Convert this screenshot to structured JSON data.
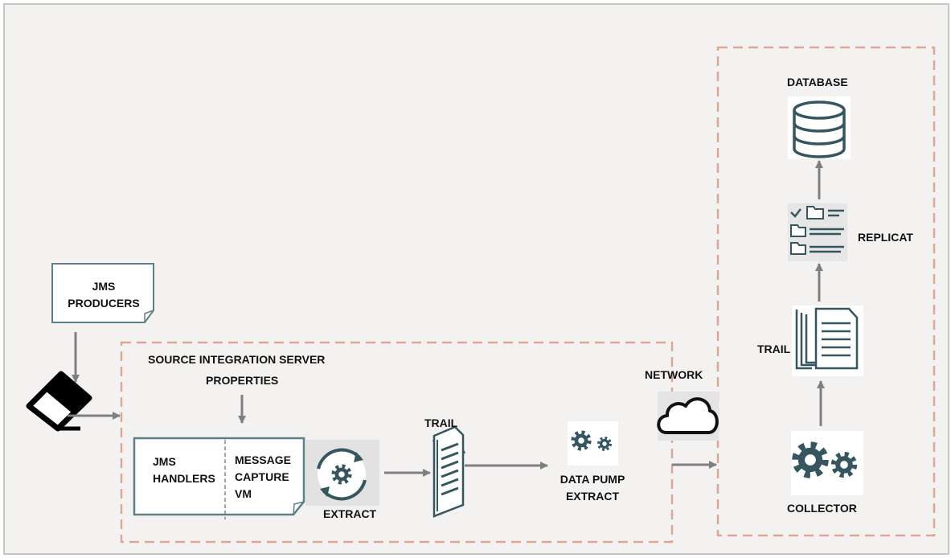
{
  "colors": {
    "canvas": "#f4f2f0",
    "frame": "#c8c6c3",
    "dashed_border": "#dba797",
    "note_border": "#5e7f88",
    "icon": "#35565f",
    "arrow": "#7f7f7f"
  },
  "labels": {
    "jms_producers": [
      "JMS",
      "PRODUCERS"
    ],
    "source_server": "SOURCE INTEGRATION SERVER",
    "properties": "PROPERTIES",
    "jms_handlers": [
      "JMS",
      "HANDLERS"
    ],
    "message_capture": [
      "MESSAGE",
      "CAPTURE",
      "VM"
    ],
    "extract": "EXTRACT",
    "trail_source": "TRAIL",
    "data_pump": [
      "DATA PUMP",
      "EXTRACT"
    ],
    "network": "NETWORK",
    "collector": "COLLECTOR",
    "trail_target": "TRAIL",
    "replicat": "REPLICAT",
    "database": "DATABASE"
  },
  "icons": {
    "producer_icon": "eraser-icon",
    "extract_icon": "cycle-gear-icon",
    "trail_source_icon": "document-stack-icon",
    "data_pump_icon": "gears-icon",
    "network_icon": "cloud-icon",
    "collector_icon": "gears-icon",
    "trail_target_icon": "document-stack-icon",
    "replicat_icon": "checklist-folders-icon",
    "database_icon": "database-icon"
  }
}
